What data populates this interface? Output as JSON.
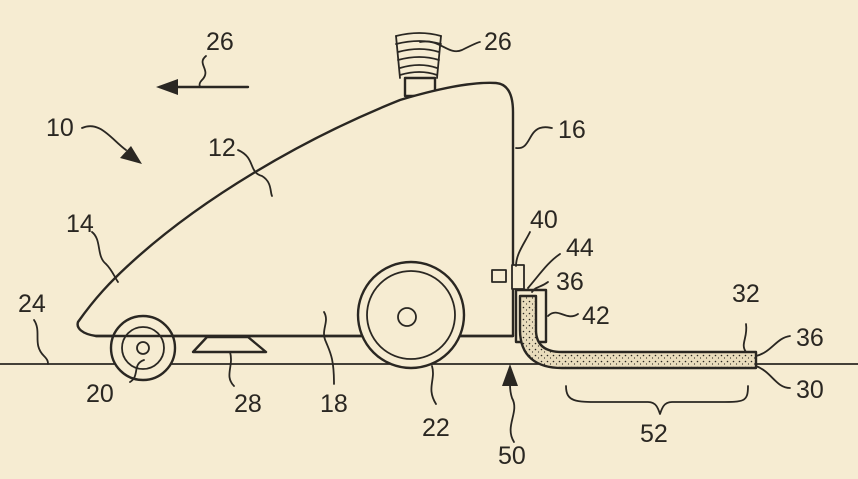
{
  "figure": {
    "paper_color": "#f6ecd2",
    "ink_color": "#2a2722",
    "labels": [
      {
        "id": "l10",
        "text": "10"
      },
      {
        "id": "l12",
        "text": "12"
      },
      {
        "id": "l14",
        "text": "14"
      },
      {
        "id": "l16",
        "text": "16"
      },
      {
        "id": "l18",
        "text": "18"
      },
      {
        "id": "l20",
        "text": "20"
      },
      {
        "id": "l22",
        "text": "22"
      },
      {
        "id": "l24",
        "text": "24"
      },
      {
        "id": "l26a",
        "text": "26"
      },
      {
        "id": "l26b",
        "text": "26"
      },
      {
        "id": "l28",
        "text": "28"
      },
      {
        "id": "l30",
        "text": "30"
      },
      {
        "id": "l32",
        "text": "32"
      },
      {
        "id": "l36a",
        "text": "36"
      },
      {
        "id": "l36b",
        "text": "36"
      },
      {
        "id": "l40",
        "text": "40"
      },
      {
        "id": "l42",
        "text": "42"
      },
      {
        "id": "l44",
        "text": "44"
      },
      {
        "id": "l50",
        "text": "50"
      },
      {
        "id": "l52",
        "text": "52"
      }
    ]
  }
}
